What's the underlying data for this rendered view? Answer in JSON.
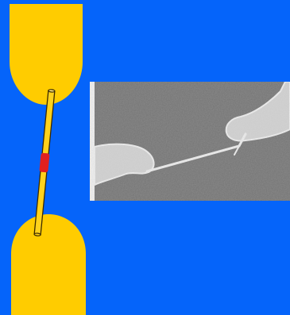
{
  "colors": {
    "background": "#0564FA",
    "electrode": "#FFCC00",
    "electrode_outline": "#E0A800",
    "nanotube": "#FFD21C",
    "nanotube_outline": "#3A2A00",
    "junction": "#E02020",
    "photo_bg": "#7E7E7E",
    "photo_electrode": "#D3D3D3",
    "photo_wire": "#EFEFEF"
  },
  "schematic": {
    "top_electrode": "gold-electrode",
    "bottom_electrode": "gold-electrode",
    "wire": "nanotube-rod",
    "junction": "red-junction-marker"
  },
  "photo": {
    "subject": "micrograph-electrodes-with-wire"
  }
}
